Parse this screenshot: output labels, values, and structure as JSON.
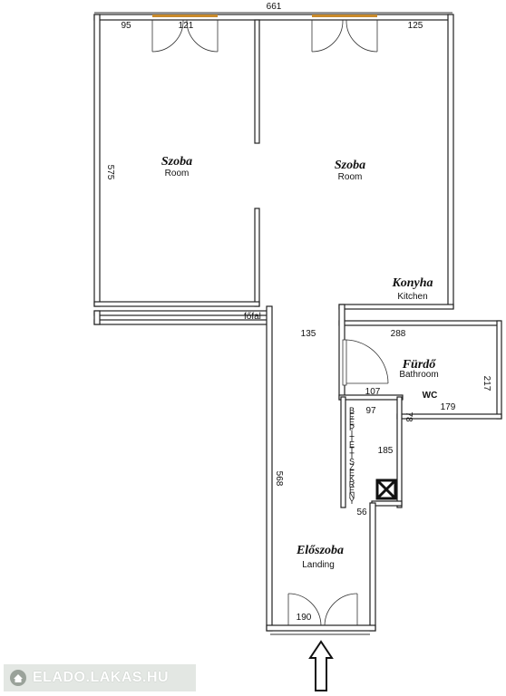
{
  "dimensions": {
    "top_total": "661",
    "top_left": "95",
    "top_door": "121",
    "top_right": "125",
    "left_height": "575",
    "corridor_width": "135",
    "bath_width": "288",
    "bath_height": "217",
    "bath_door": "107",
    "wc_width": "179",
    "wc_height": "78",
    "closet_top": "97",
    "closet_height": "185",
    "closet_bottom": "56",
    "hall_height": "568",
    "entrance": "190"
  },
  "rooms": {
    "room1": {
      "hu": "Szoba",
      "en": "Room"
    },
    "room2": {
      "hu": "Szoba",
      "en": "Room"
    },
    "kitchen": {
      "hu": "Konyha",
      "en": "Kitchen"
    },
    "bathroom": {
      "hu": "Fürdő",
      "en": "Bathroom"
    },
    "landing": {
      "hu": "Előszoba",
      "en": "Landing"
    }
  },
  "labels": {
    "main_wall": "főfal",
    "wc": "WC",
    "closet_letters": [
      "B",
      "E",
      "É",
      "P",
      "Í",
      "T",
      "E",
      "T",
      "T",
      "S",
      "Z",
      "E",
      "K",
      "R",
      "É",
      "N",
      "Y"
    ]
  },
  "watermark": {
    "text": "ELADO.LAKAS.HU"
  },
  "colors": {
    "window": "#c98a2a",
    "wall": "#222222",
    "watermark_bg": "#e3e7e3"
  }
}
